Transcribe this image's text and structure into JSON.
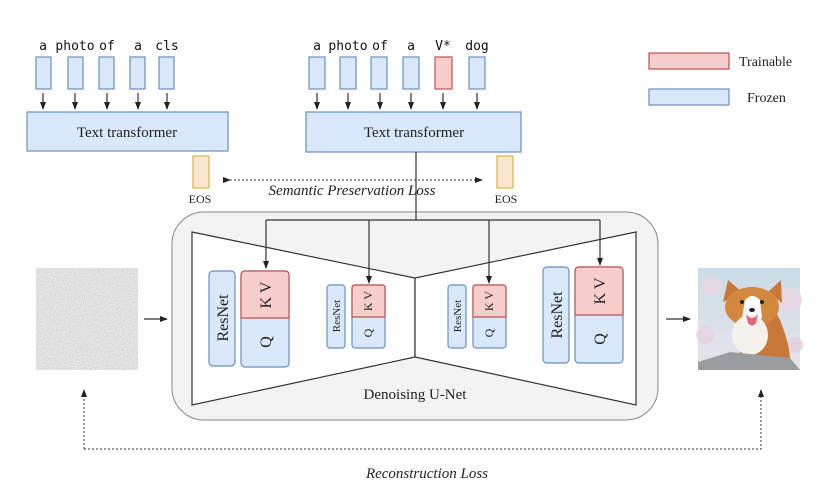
{
  "left_encoder": {
    "tokens": [
      "a",
      "photo",
      "of",
      "a",
      "cls"
    ],
    "label": "Text transformer",
    "eos_label": "EOS"
  },
  "right_encoder": {
    "tokens": [
      "a",
      "photo",
      "of",
      "a",
      "V*",
      "dog"
    ],
    "trainable_token_index": 4,
    "label": "Text transformer",
    "eos_label": "EOS"
  },
  "legend": {
    "trainable": "Trainable",
    "frozen": "Frozen",
    "trainable_color": "#f8cecc",
    "frozen_color": "#dae8fc"
  },
  "losses": {
    "semantic": "Semantic Preservation Loss",
    "reconstruction": "Reconstruction Loss"
  },
  "unet": {
    "label": "Denoising U-Net",
    "resnet_label": "ResNet",
    "kv_label": "K V",
    "q_label": "Q"
  },
  "images": {
    "input": "noise-image",
    "output": "corgi-dog-photo"
  }
}
